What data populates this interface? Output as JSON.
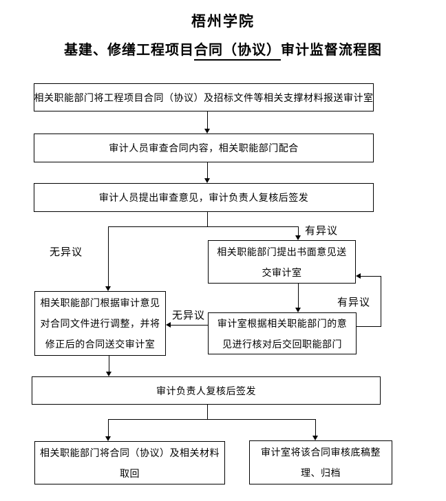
{
  "page": {
    "org_title": "梧州学院",
    "chart_title_prefix": "基建、修缮工程项目",
    "chart_title_underlined": "合同（协议）",
    "chart_title_suffix": "审计监督流程图"
  },
  "nodes": {
    "submit_materials": {
      "lines": [
        "相关职能部门将工程项目合同（协议）及招标文件等相关支撑材料报送审计室"
      ]
    },
    "review_contract": {
      "lines": [
        "审计人员审查合同内容，相关职能部门配合"
      ]
    },
    "issue_opinion": {
      "lines": [
        "审计人员提出审查意见，审计负责人复核后签发"
      ]
    },
    "written_objection": {
      "lines": [
        "相关职能部门提出书面意见送",
        "交审计室"
      ]
    },
    "adjust_contract": {
      "lines": [
        "相关职能部门根据审计意见",
        "对合同文件进行调整，并将",
        "修正后的合同送交审计室"
      ]
    },
    "verify_return": {
      "lines": [
        "审计室根据相关职能部门的意",
        "见进行核对后交回职能部门"
      ]
    },
    "final_sign": {
      "lines": [
        "审计负责人复核后签发"
      ]
    },
    "retrieve_contract": {
      "lines": [
        "相关职能部门将合同（协议）及相关材料",
        "取回"
      ]
    },
    "archive": {
      "lines": [
        "审计室将该合同审核底稿整",
        "理、归档"
      ]
    }
  },
  "edge_labels": {
    "no_objection_1": "无异议",
    "objection_1": "有异议",
    "no_objection_2": "无异议",
    "objection_2": "有异议"
  },
  "colors": {
    "line": "#000000",
    "text": "#000000",
    "background": "#ffffff"
  }
}
